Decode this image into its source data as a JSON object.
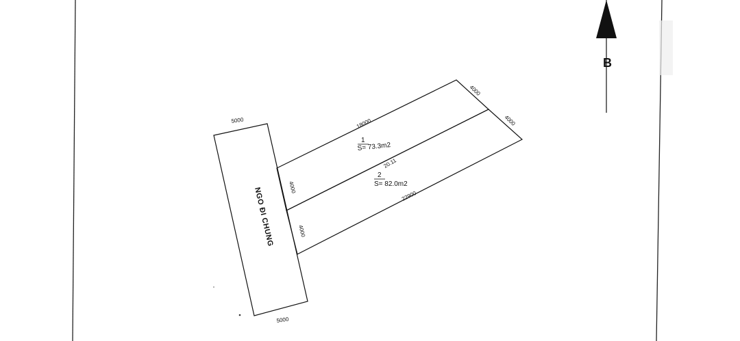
{
  "north_label": "B",
  "road_label": "NGO ĐI CHUNG",
  "dimensions": {
    "road_top": "5000",
    "road_bottom": "5000",
    "lot1_top": "18000",
    "lot1_right": "4000",
    "lot2_right": "4000",
    "lot1_left": "4000",
    "lot2_left": "4000",
    "lot2_bottom": "22900",
    "divider": "20.11"
  },
  "lots": [
    {
      "number": "1",
      "area": "S= 73.3m2"
    },
    {
      "number": "2",
      "area": "S= 82.0m2"
    }
  ]
}
